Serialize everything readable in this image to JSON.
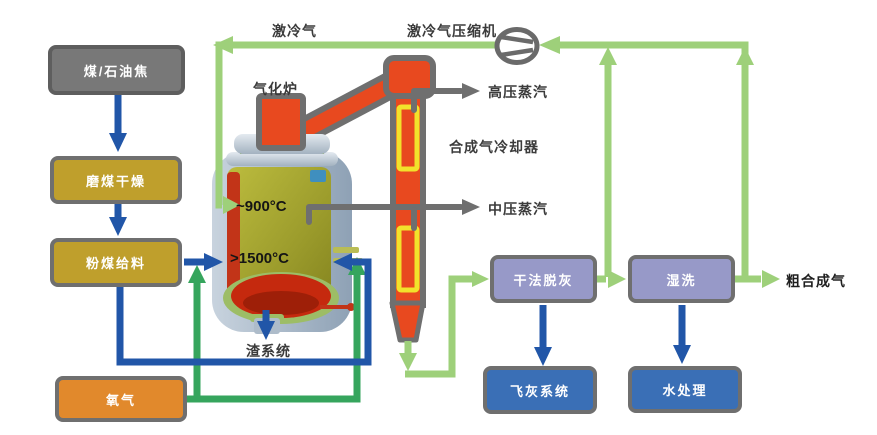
{
  "boxes": {
    "coal": {
      "label": "煤/石油焦"
    },
    "milling": {
      "label": "磨煤干燥"
    },
    "feeding": {
      "label": "粉煤给料"
    },
    "oxygen": {
      "label": "氧气"
    },
    "dry_ash": {
      "label": "干法脱灰"
    },
    "fly_ash": {
      "label": "飞灰系统"
    },
    "wet_wash": {
      "label": "湿洗"
    },
    "water_treat": {
      "label": "水处理"
    }
  },
  "labels": {
    "quench_gas": "激冷气",
    "quench_compressor": "激冷气压缩机",
    "gasifier": "气化炉",
    "hp_steam": "高压蒸汽",
    "syngas_cooler": "合成气冷却器",
    "mp_steam": "中压蒸汽",
    "temp_top": "~900°C",
    "temp_bottom": ">1500°C",
    "slag_system": "渣系统",
    "raw_syngas": "粗合成气"
  },
  "icons": {
    "compressor": "compressor-icon"
  },
  "colors": {
    "quench_line_green": "#9ed07a",
    "oxygen_line_green": "#36a55d",
    "process_blue": "#2156a8",
    "pipe_gray": "#6f6f6f",
    "hot_red": "#e8491f",
    "coil_yellow": "#f2e22b",
    "box_gray": "#787878",
    "box_gold": "#bf9f2c",
    "box_orange": "#e1892c",
    "box_lavender": "#9799c8",
    "box_blue": "#3a6fb6"
  }
}
